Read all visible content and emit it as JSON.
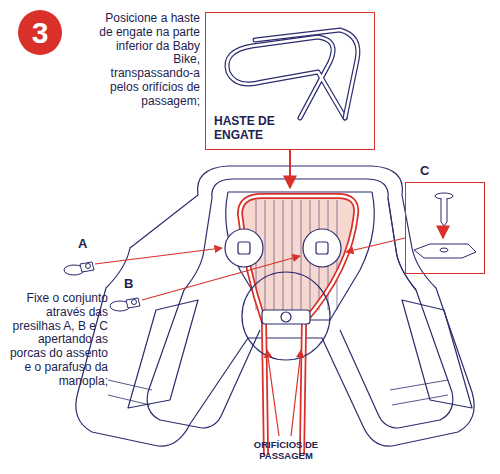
{
  "diagram": {
    "nodes": [
      {
        "text": [
          "3"
        ]
      },
      {
        "text": [
          "HASTE DE ENGATE"
        ]
      },
      {
        "text": [
          "C"
        ]
      }
    ],
    "labels": [
      "Posicione a haste de engate na parte inferior da Baby Bike, transpassando-a pelos orifícios de passagem;",
      "A",
      "B",
      "Fixe o conjunto através das presilhas A, B e C apertando as porcas do assento e o parafuso da manopla;",
      "ORIFÍCIOS DE PASSAGEM"
    ]
  }
}
